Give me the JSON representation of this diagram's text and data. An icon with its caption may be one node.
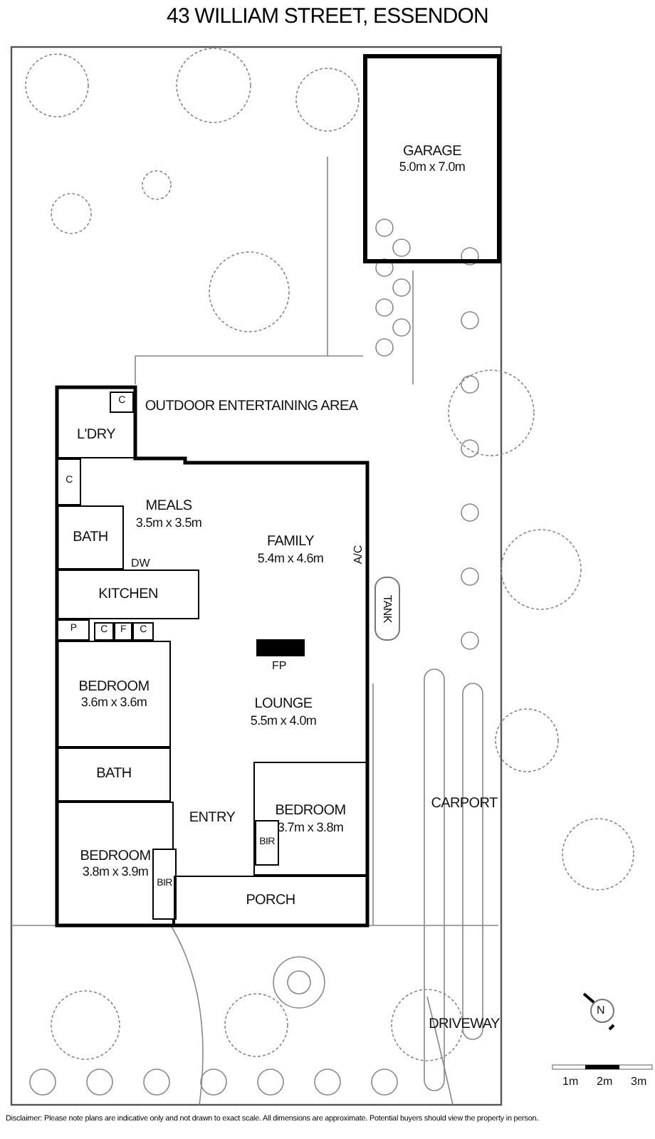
{
  "diagram": {
    "title": "43 WILLIAM STREET, ESSENDON",
    "caption": "Disclaimer: Please note plans are indicative only and not drawn to exact scale. All dimensions are approximate. Potential buyers should view the property in person.",
    "nodes": [
      {
        "text": [
          "GARAGE",
          "5.0m x 7.0m"
        ]
      },
      {
        "text": [
          "OUTDOOR ENTERTAINING AREA"
        ]
      },
      {
        "text": [
          "L'DRY"
        ]
      },
      {
        "text": [
          "C"
        ],
        "in": 2
      },
      {
        "text": [
          "C"
        ]
      },
      {
        "text": [
          "MEALS",
          "3.5m x 3.5m"
        ]
      },
      {
        "text": [
          "BATH"
        ]
      },
      {
        "text": [
          "FAMILY",
          "5.4m x 4.6m"
        ]
      },
      {
        "text": [
          "KITCHEN"
        ]
      },
      {
        "text": [
          "P"
        ]
      },
      {
        "text": [
          "C"
        ]
      },
      {
        "text": [
          "F"
        ]
      },
      {
        "text": [
          "C"
        ]
      },
      {
        "text": [
          "BEDROOM",
          "3.6m x 3.6m"
        ]
      },
      {
        "text": [
          "LOUNGE",
          "5.5m x 4.0m"
        ]
      },
      {
        "text": [
          "BATH"
        ]
      },
      {
        "text": [
          "ENTRY"
        ]
      },
      {
        "text": [
          "BEDROOM",
          "3.7m x 3.8m"
        ]
      },
      {
        "text": [
          "BIR"
        ],
        "in": 17
      },
      {
        "text": [
          "BEDROOM",
          "3.8m x 3.9m"
        ]
      },
      {
        "text": [
          "BIR"
        ],
        "in": 19
      },
      {
        "text": [
          "PORCH"
        ]
      },
      {
        "text": [
          "TANK"
        ]
      },
      {
        "text": [
          "CARPORT"
        ]
      },
      {
        "text": [
          "DRIVEWAY"
        ]
      }
    ],
    "labels": [
      "DW",
      "A/C",
      "FP",
      "N",
      "1m",
      "2m",
      "3m"
    ]
  }
}
